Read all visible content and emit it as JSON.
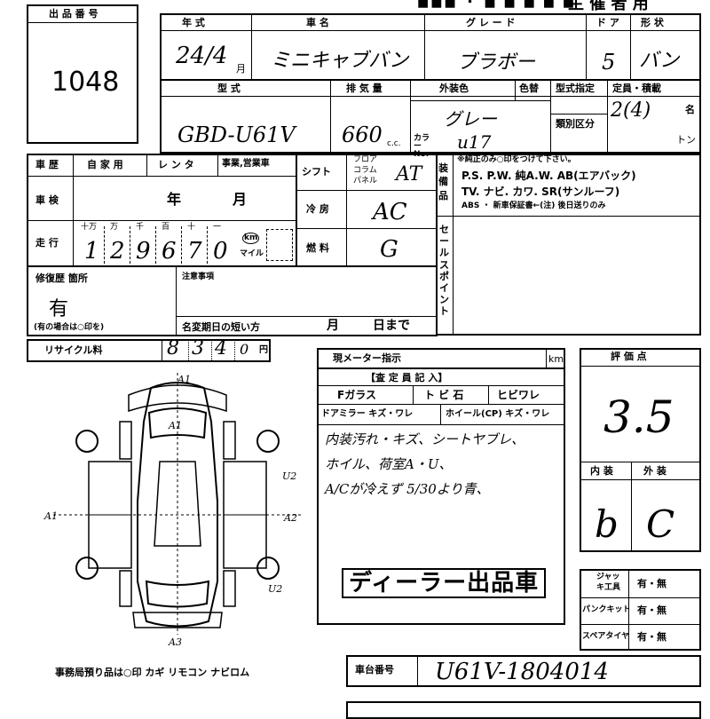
{
  "header": {
    "lot_label": "出 品 番 号",
    "lot_value": "1048",
    "top_title": "主 催 者 用"
  },
  "row1": {
    "year_label": "年 式",
    "year_value": "24/4",
    "year_unit": "月",
    "name_label": "車 名",
    "name_value": "ミニキャブバン",
    "grade_label": "グ レ ー ド",
    "grade_value": "ブラボー",
    "doors_label": "ド ア",
    "doors_value": "5",
    "shape_label": "形 状",
    "shape_value": "バン"
  },
  "row2": {
    "model_label": "型 式",
    "model_value": "GBD-U61V",
    "cc_label": "排 気 量",
    "cc_value": "660",
    "cc_unit": "c.c.",
    "color_label": "外装色",
    "color_value": "グレー",
    "color_no_label": "カラーNo.",
    "color_no_value": "u17",
    "iro_label": "色替",
    "type_designation_label": "型式指定",
    "category_label": "類別区分",
    "capacity_label": "定員・積載",
    "capacity_value": "2(4)",
    "capacity_unit": "名",
    "ton_unit": "トン"
  },
  "history": {
    "label": "車 歴",
    "options": [
      "自 家 用",
      "レ ン タ",
      "事業,営業車"
    ],
    "inspection_label": "車 検",
    "inspection_year": "年",
    "inspection_month": "月",
    "mileage_label": "走 行",
    "mileage_units": [
      "十万",
      "万",
      "千",
      "百",
      "十",
      "一"
    ],
    "mileage_digits": [
      "1",
      "2",
      "9",
      "6",
      "7",
      "0"
    ],
    "km_label": "km",
    "mile_label": "マイル"
  },
  "equipment": {
    "shift_label": "シフト",
    "shift_options": [
      "フロア",
      "コラム",
      "パネル"
    ],
    "shift_value": "AT",
    "ac_label": "冷 房",
    "ac_value": "AC",
    "fuel_label": "燃 料",
    "fuel_value": "G",
    "soubi_label": "装備品",
    "soubi_note": "※純正のみ○印をつけて下さい。",
    "soubi_line1": "P.S. P.W. 純A.W. AB(エアバック)",
    "soubi_line2": "TV. ナビ. カワ. SR(サンルーフ)",
    "soubi_line3": "ABS ・ 新車保証書←(注) 後日送りのみ",
    "sales_label": "セールスポイント"
  },
  "repair": {
    "label": "修復歴 箇所",
    "value": "有",
    "note": "(有の場合は○印を)",
    "notes_label": "注意事項",
    "deadline_label": "名変期日の短い方",
    "month": "月",
    "day": "日まで"
  },
  "recycle": {
    "label": "リサイクル料",
    "digits": [
      "8",
      "3",
      "4",
      "0"
    ],
    "unit": "円"
  },
  "inspector": {
    "meter_label": "現メーター指示",
    "meter_unit": "km",
    "section_title": "【査 定 員 記 入】",
    "fglass": "Fガラス",
    "tobi": "ト ビ 石",
    "hibi": "ヒビワレ",
    "mirror": "ドアミラー キズ・ワレ",
    "wheel": "ホイール(CP) キズ・ワレ",
    "remark1": "内装汚れ・キズ、シートヤブレ、",
    "remark2": "ホイル、荷室A・U、",
    "remark3": "A/Cが冷えず 5/30より青、",
    "dealer_stamp": "ディーラー出品車"
  },
  "score": {
    "label": "評 価 点",
    "value": "3.5",
    "interior_label": "内 装",
    "exterior_label": "外 装",
    "interior_value": "b",
    "exterior_value": "C"
  },
  "tools": {
    "jack_label": "ジャッキ工具",
    "puncture_label": "パンクキット",
    "spare_label": "スペアタイヤ",
    "option": "有・無"
  },
  "diagram": {
    "marks": [
      "A1",
      "A1",
      "U2",
      "A1",
      "A2",
      "U2",
      "A3"
    ],
    "footer": "事務局預り品は○印 カギ リモコン ナビロム"
  },
  "chassis": {
    "label": "車台番号",
    "value": "U61V-1804014"
  }
}
